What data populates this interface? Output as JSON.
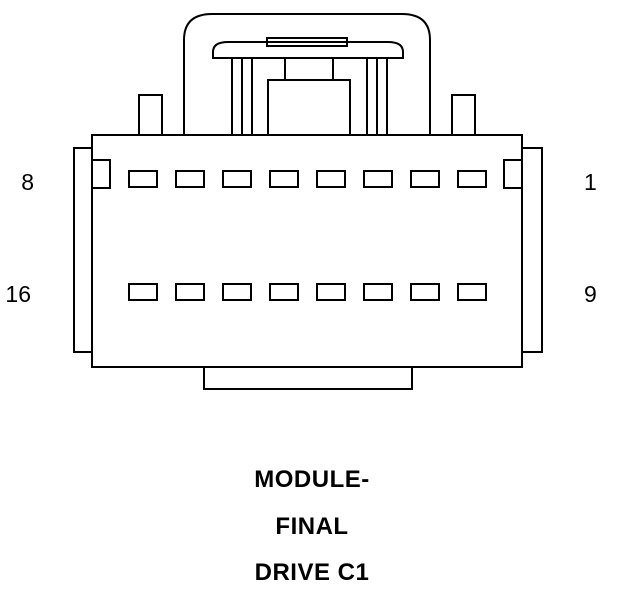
{
  "connector": {
    "pin_labels": {
      "top_left": "8",
      "top_right": "1",
      "bottom_left": "16",
      "bottom_right": "9"
    },
    "rows": [
      {
        "first_pin": 1,
        "last_pin": 8,
        "cavity_count": 8
      },
      {
        "first_pin": 9,
        "last_pin": 16,
        "cavity_count": 8
      }
    ]
  },
  "caption": {
    "line1": "MODULE-",
    "line2": "FINAL",
    "line3": "DRIVE C1"
  },
  "colors": {
    "stroke": "#000000",
    "background": "#ffffff"
  }
}
